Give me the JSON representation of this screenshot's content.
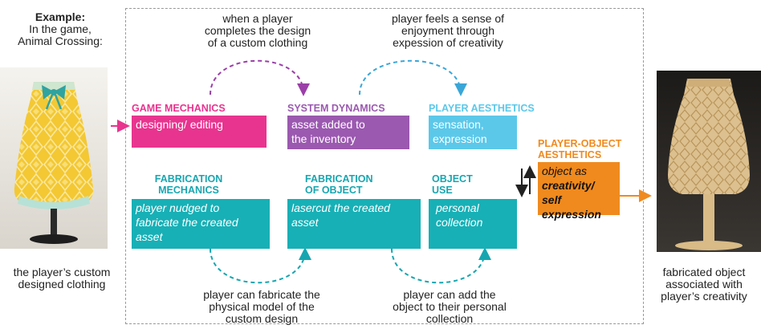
{
  "example": {
    "title": "Example:",
    "line1": "In the game,",
    "line2": "Animal Crossing:",
    "caption_line1": "the player’s custom",
    "caption_line2": "designed clothing"
  },
  "fabricated": {
    "caption_line1": "fabricated object",
    "caption_line2": "associated with",
    "caption_line3": "player’s creativity"
  },
  "notes": {
    "top_left": [
      "when a player",
      "completes the design",
      "of a custom clothing"
    ],
    "top_right": [
      "player feels a sense of",
      "enjoyment through",
      "expession of creativity"
    ],
    "bottom_left": [
      "player can fabricate the",
      "physical model of the",
      "custom design"
    ],
    "bottom_right": [
      "player can add the",
      "object to their personal",
      "collection"
    ]
  },
  "row1": [
    {
      "header": "GAME MECHANICS",
      "body": [
        "designing/ editing"
      ],
      "color": "#e8348f"
    },
    {
      "header": "SYSTEM DYNAMICS",
      "body": [
        "asset added to",
        "the inventory"
      ],
      "color": "#9b59b0"
    },
    {
      "header": "PLAYER AESTHETICS",
      "body": [
        "sensation,",
        "expression"
      ],
      "color": "#5bc8ea"
    }
  ],
  "row2": [
    {
      "header": [
        "FABRICATION",
        "MECHANICS"
      ],
      "body": [
        "player nudged to",
        "fabricate the created",
        "asset"
      ],
      "color": "#17b0b6"
    },
    {
      "header": [
        "FABRICATION",
        "OF OBJECT"
      ],
      "body": [
        "lasercut the created  asset"
      ],
      "color": "#17b0b6"
    },
    {
      "header": [
        "OBJECT",
        "USE"
      ],
      "body": [
        "personal",
        "collection"
      ],
      "color": "#17b0b6"
    }
  ],
  "pov": {
    "header": [
      "PLAYER-OBJECT",
      "AESTHETICS"
    ],
    "body": [
      "object as",
      "creativity/ self",
      "expression"
    ],
    "color": "#f08a1e"
  }
}
